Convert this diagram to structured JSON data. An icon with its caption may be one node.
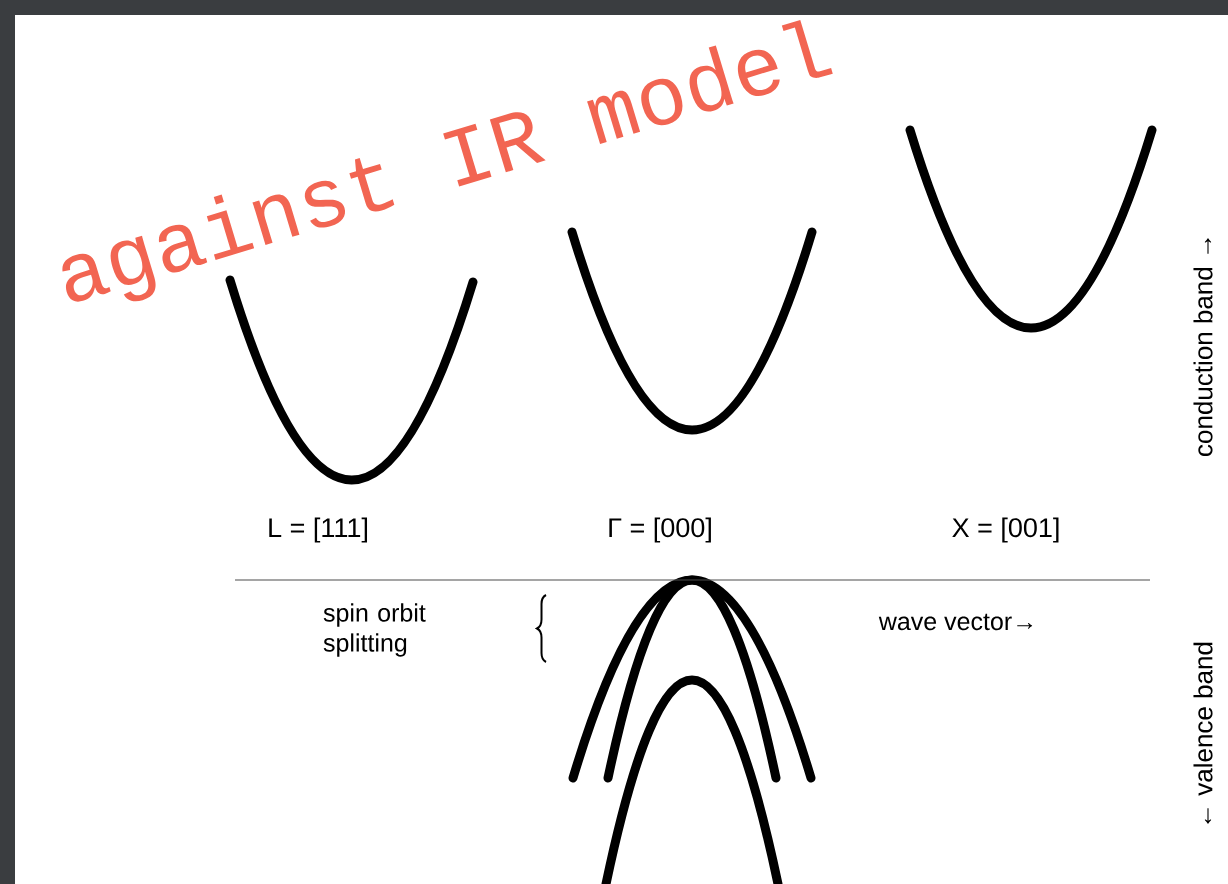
{
  "diagram": {
    "labels": [
      "against IR model",
      "conduction band →",
      "L = [111]",
      "Γ = [000]",
      "X = [001]",
      "spin orbit splitting",
      "wave vector→",
      "← valence band"
    ]
  }
}
